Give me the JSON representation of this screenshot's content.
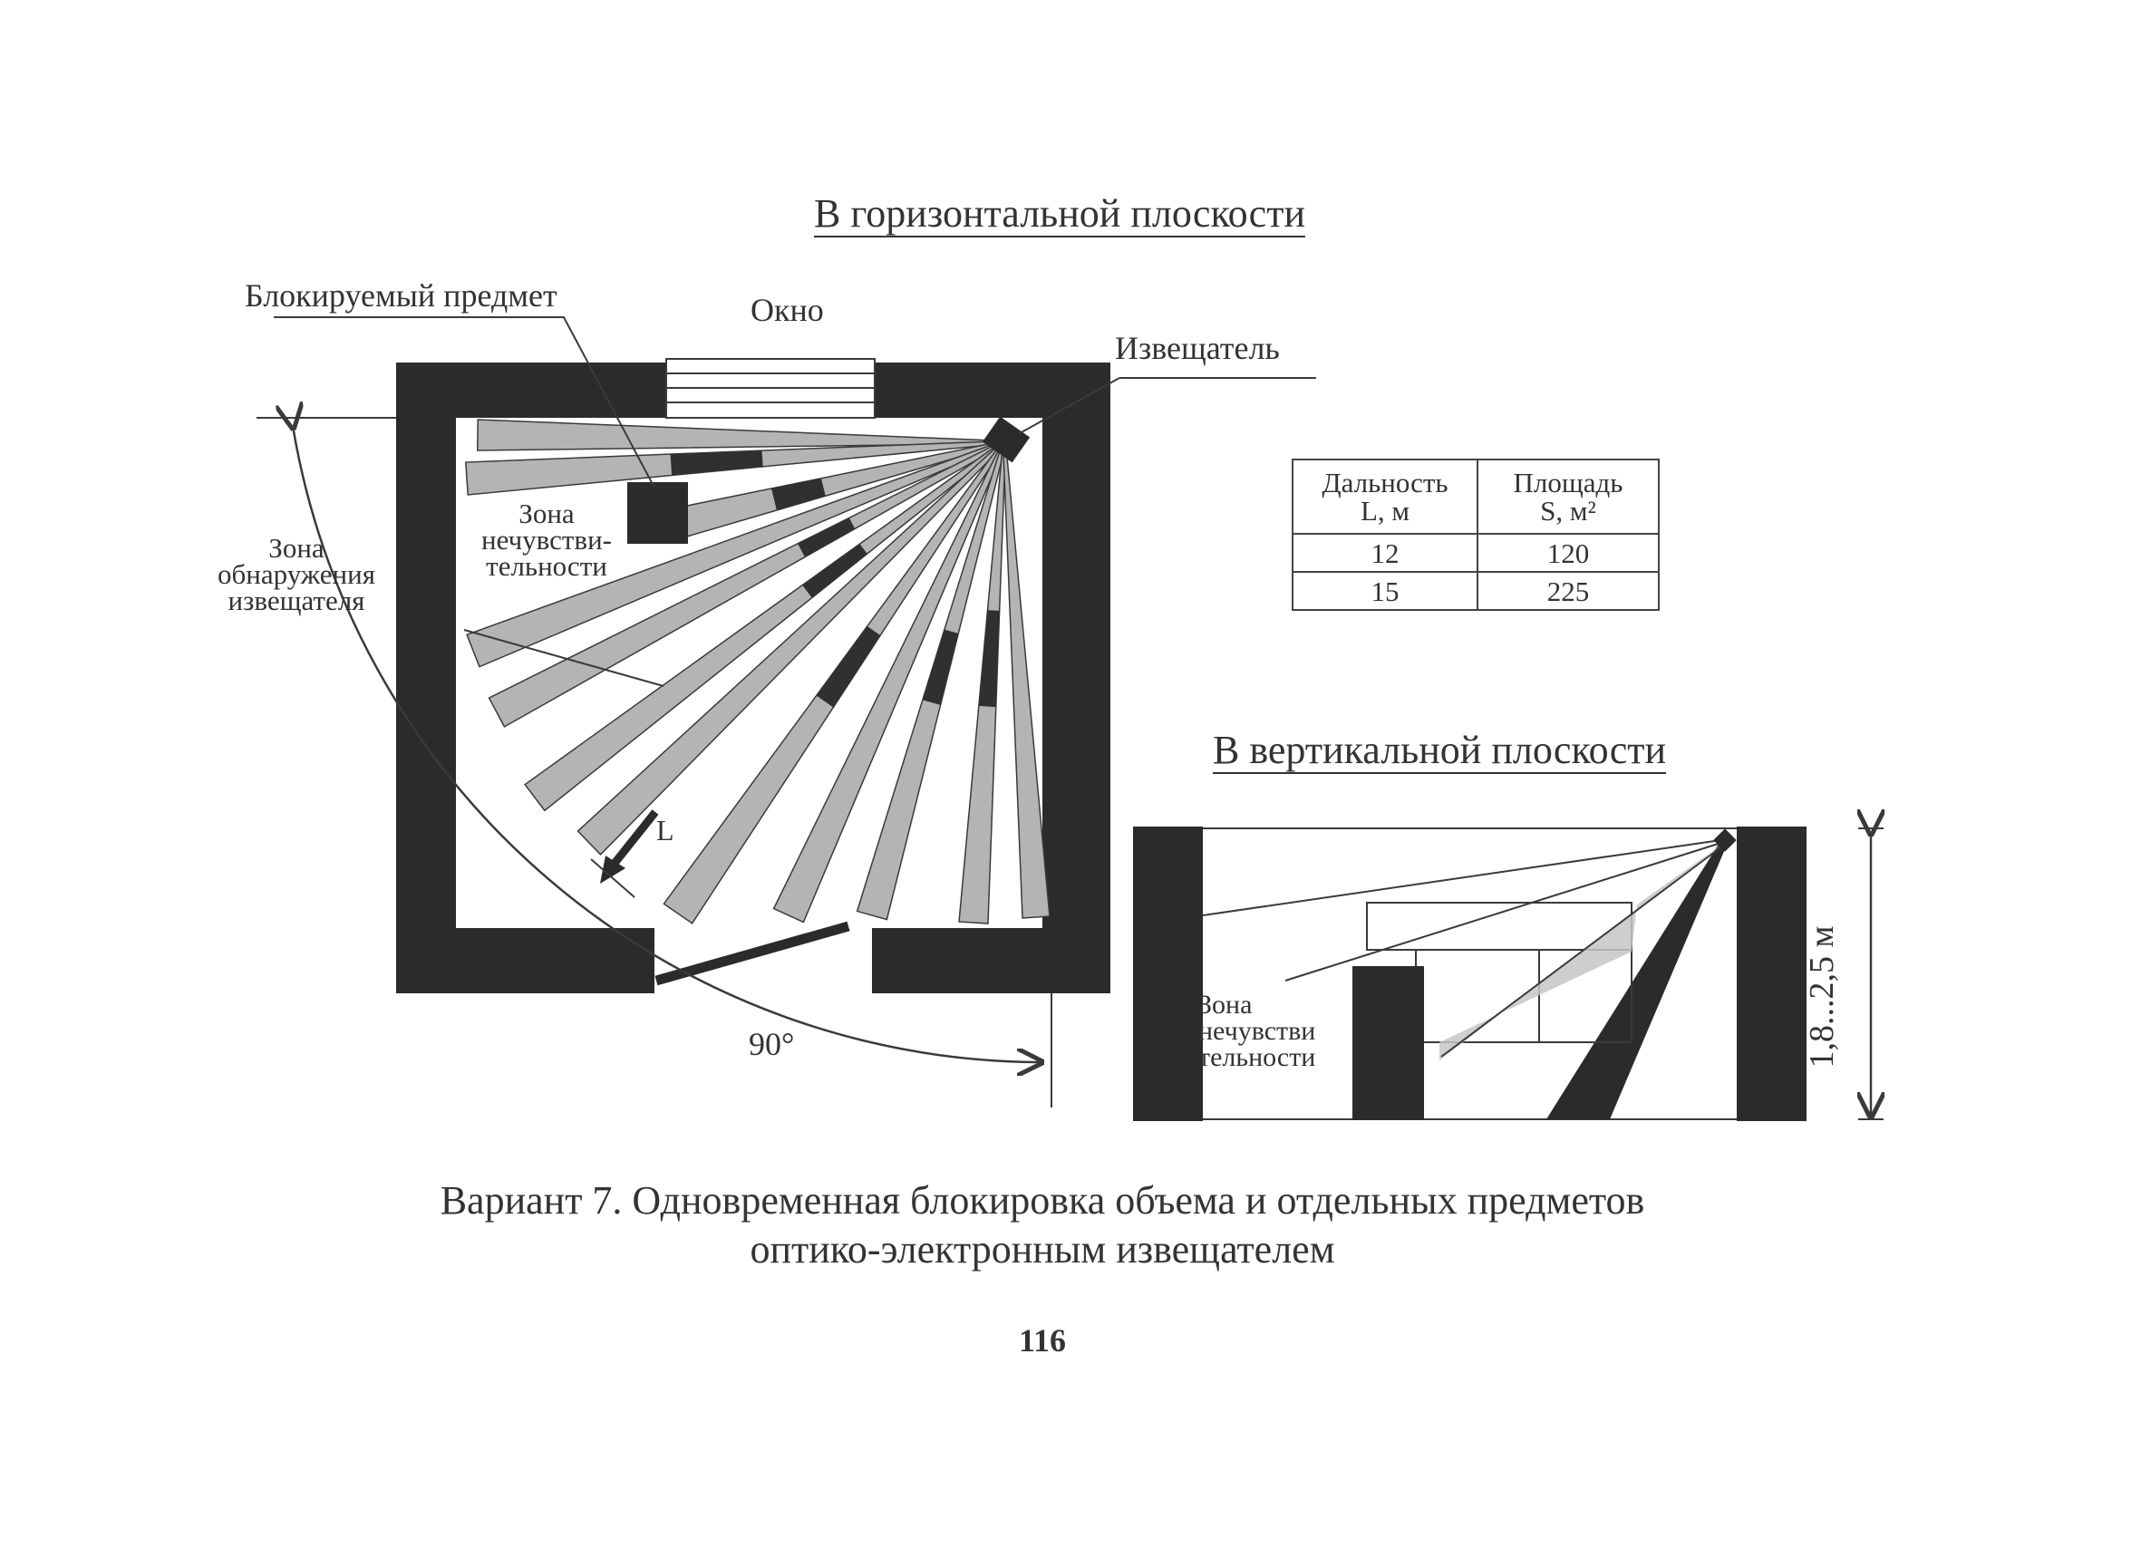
{
  "horizontal": {
    "title": "В горизонтальной плоскости",
    "blocked_object_label": "Блокируемый предмет",
    "window_label": "Окно",
    "detector_label": "Извещатель",
    "insensitive_zone_label": [
      "Зона",
      "нечувстви-",
      "тельности"
    ],
    "detection_zone_label": [
      "Зона",
      "обнаружения",
      "извещателя"
    ],
    "range_label": "L",
    "angle_label": "90°"
  },
  "table": {
    "headers": [
      {
        "line1": "Дальность",
        "line2": "L, м"
      },
      {
        "line1": "Площадь",
        "line2": "S, м²"
      }
    ],
    "rows": [
      [
        "12",
        "120"
      ],
      [
        "15",
        "225"
      ]
    ]
  },
  "vertical": {
    "title": "В вертикальной плоскости",
    "insensitive_zone_label": [
      "Зона",
      "нечувстви",
      "тельности"
    ],
    "height_label": "1,8...2,5 м"
  },
  "caption": {
    "line1": "Вариант 7. Одновременная блокировка объема и отдельных предметов",
    "line2": "оптико-электронным извещателем"
  },
  "page_number": "116",
  "colors": {
    "wall": "#2b2b2b",
    "beam": "#b4b4b4",
    "beam_dark": "#303030",
    "line": "#3a3a3a"
  }
}
